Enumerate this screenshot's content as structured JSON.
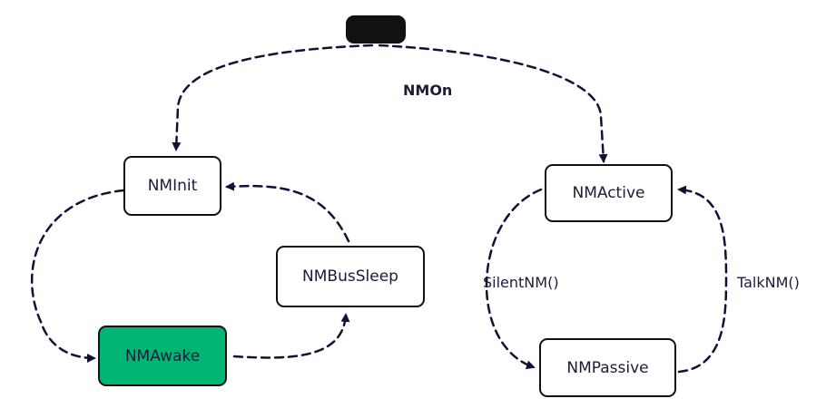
{
  "colors": {
    "edge": "#0d1236",
    "box_border": "#111111",
    "start_node": "#111111",
    "active_state_fill": "#00b574",
    "text": "#1b1b3a"
  },
  "states": {
    "nminit": "NMInit",
    "nmawake": "NMAwake",
    "nmbussleep": "NMBusSleep",
    "nmactive": "NMActive",
    "nmpassive": "NMPassive"
  },
  "edges": {
    "nmon": "NMOn",
    "silentnm": "SilentNM()",
    "talknm": "TalkNM()"
  },
  "highlighted_state": "NMAwake"
}
